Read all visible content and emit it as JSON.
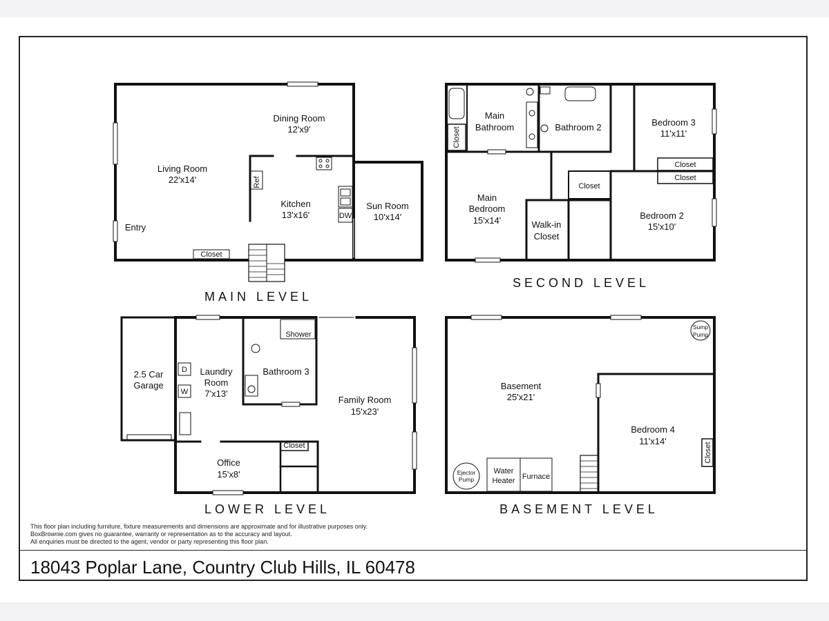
{
  "address": "18043 Poplar Lane, Country Club Hills, IL 60478",
  "disclaimer": [
    "This floor plan including furniture, fixture measurements and dimensions are approximate and for illustrative purposes only.",
    "BoxBrownie.com gives no guarantee, warranty or representation as to the accuracy and layout.",
    "All enquiries must be directed to the agent, vendor or party representing this floor plan."
  ],
  "levels": {
    "main": "MAIN LEVEL",
    "second": "SECOND LEVEL",
    "lower": "LOWER LEVEL",
    "basement": "BASEMENT LEVEL"
  },
  "main_level": {
    "dining_name": "Dining Room",
    "dining_size": "12'x9'",
    "living_name": "Living Room",
    "living_size": "22'x14'",
    "kitchen_name": "Kitchen",
    "kitchen_size": "13'x16'",
    "sun_name": "Sun Room",
    "sun_size": "10'x14'",
    "entry": "Entry",
    "closet": "Closet",
    "ref": "Ref",
    "dw": "DW"
  },
  "second_level": {
    "main_bath_1": "Main",
    "main_bath_2": "Bathroom",
    "bath2": "Bathroom 2",
    "bed3_name": "Bedroom 3",
    "bed3_size": "11'x11'",
    "closet_a": "Closet",
    "closet_b": "Closet",
    "closet_c": "Closet",
    "closet_d": "Closet",
    "main_bed_1": "Main",
    "main_bed_2": "Bedroom",
    "main_bed_size": "15'x14'",
    "walkin_1": "Walk-in",
    "walkin_2": "Closet",
    "bed2_name": "Bedroom 2",
    "bed2_size": "15'x10'"
  },
  "lower_level": {
    "garage_1": "2.5 Car",
    "garage_2": "Garage",
    "laundry_1": "Laundry",
    "laundry_2": "Room",
    "laundry_size": "7'x13'",
    "bath3": "Bathroom 3",
    "shower": "Shower",
    "family_name": "Family Room",
    "family_size": "15'x23'",
    "office_name": "Office",
    "office_size": "15'x8'",
    "closet": "Closet",
    "dryer": "D",
    "washer": "W"
  },
  "basement_level": {
    "basement_name": "Basement",
    "basement_size": "25'x21'",
    "bed4_name": "Bedroom 4",
    "bed4_size": "11'x14'",
    "sump_1": "Sump",
    "sump_2": "Pump",
    "ejector_1": "Ejector",
    "ejector_2": "Pump",
    "water_1": "Water",
    "water_2": "Heater",
    "furnace": "Furnace",
    "closet": "Closet"
  }
}
